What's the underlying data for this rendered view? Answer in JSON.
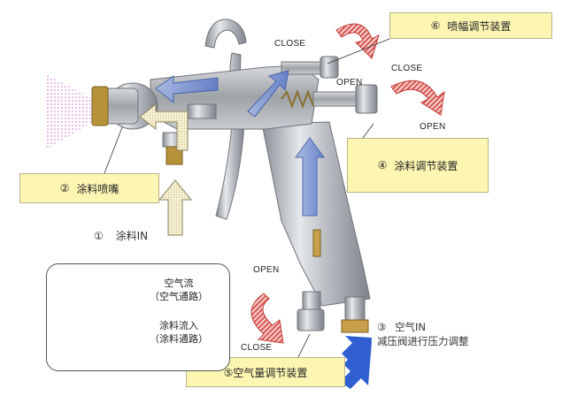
{
  "callouts": {
    "c1": {
      "num": "①",
      "text": "涂料IN"
    },
    "c2": {
      "num": "②",
      "text": "涂料喷嘴"
    },
    "c3": {
      "num": "③",
      "line1": "空气IN",
      "line2": "减压阀进行压力调整"
    },
    "c4": {
      "num": "④",
      "text": "涂料调节装置"
    },
    "c5": {
      "text": "⑤空气量调节装置"
    },
    "c6": {
      "num": "⑥",
      "text": "喷幅调节装置"
    }
  },
  "knob_labels": {
    "close_top": "CLOSE",
    "close_right": "CLOSE",
    "open_right_mid": "OPEN",
    "open_right_low": "OPEN",
    "open_bottom": "OPEN",
    "close_bottom": "CLOSE"
  },
  "legend": {
    "air_line1": "空气流",
    "air_line2": "（空气通路）",
    "paint_line1": "涂料流入",
    "paint_line2": "（涂料通路）"
  },
  "colors": {
    "air_arrow": "#7b96d6",
    "paint_arrow": "#f2ecc8",
    "callout_fill": "#fdf6b3",
    "rotation_arrow": "#d9534f",
    "air_in_arrow": "#2f5fd0",
    "spray_cone": "#e9a6e8"
  }
}
